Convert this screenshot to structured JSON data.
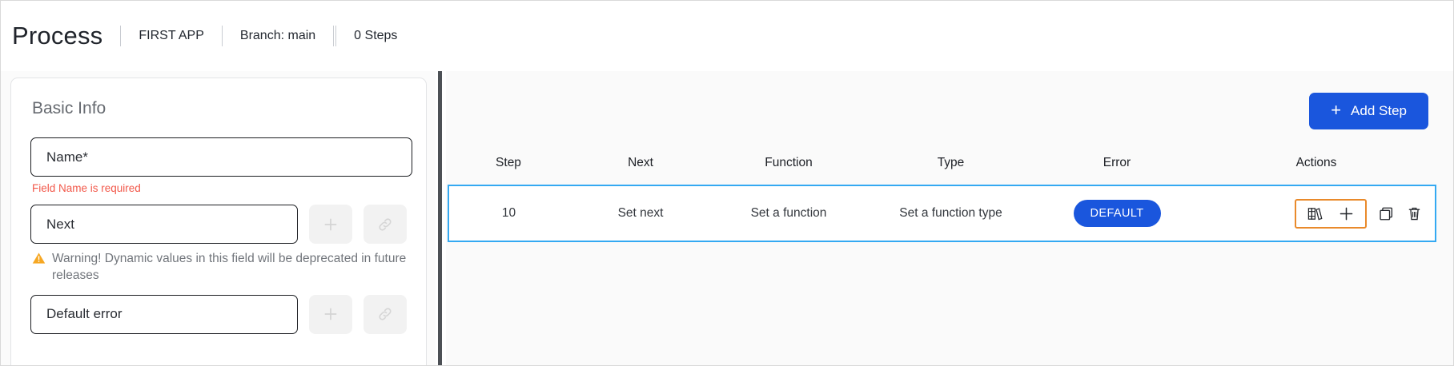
{
  "header": {
    "title": "Process",
    "meta": [
      {
        "name": "app-name",
        "label": "FIRST APP"
      },
      {
        "name": "branch",
        "label": "Branch: main"
      },
      {
        "name": "steps",
        "label": "0 Steps"
      }
    ]
  },
  "basic_info": {
    "card_title": "Basic Info",
    "name_field": {
      "value": "Name*",
      "error": "Field Name is required"
    },
    "next_field": {
      "value": "Next",
      "warning": "Warning! Dynamic values in this field will be deprecated in future releases",
      "add_icon": "plus-icon",
      "link_icon": "link-icon"
    },
    "default_error_field": {
      "value": "Default error",
      "add_icon": "plus-icon",
      "link_icon": "link-icon"
    }
  },
  "toolbar": {
    "add_step_label": "Add Step",
    "add_step_plus": "+"
  },
  "table": {
    "columns": [
      "Step",
      "Next",
      "Function",
      "Type",
      "Error",
      "Actions"
    ],
    "rows": [
      {
        "step": "10",
        "next": "Set next",
        "function": "Set a function",
        "type": "Set a function type",
        "error_badge": "DEFAULT",
        "actions": [
          "library-icon",
          "plus-icon",
          "copy-icon",
          "trash-icon"
        ]
      }
    ]
  },
  "colors": {
    "accent_blue": "#1a56dd",
    "row_highlight": "#34a9f2",
    "action_highlight": "#e98a2b",
    "error_red": "#f2584a",
    "warning_amber": "#f6a723"
  }
}
